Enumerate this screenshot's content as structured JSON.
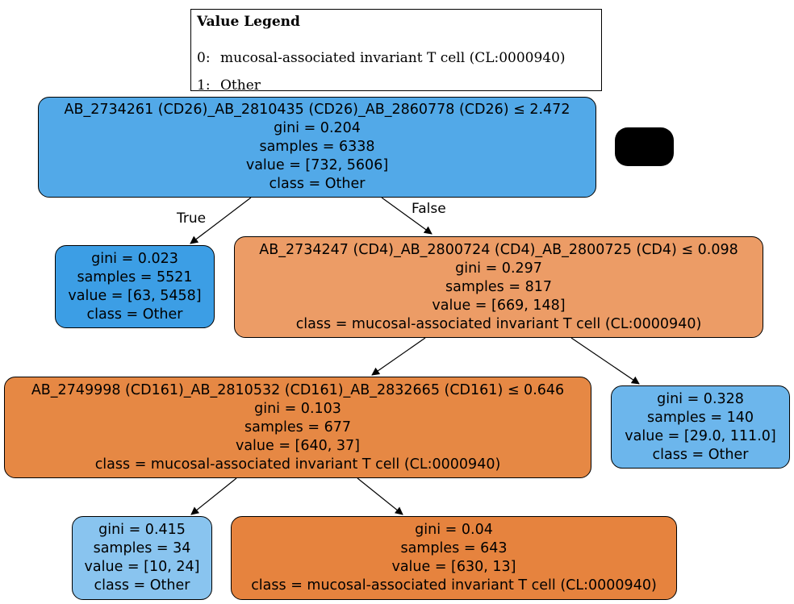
{
  "legend": {
    "title": "Value Legend",
    "items": [
      {
        "key": "0:",
        "label": "mucosal-associated invariant T cell (CL:0000940)"
      },
      {
        "key": "1:",
        "label": "Other"
      }
    ]
  },
  "edge_labels": {
    "true": "True",
    "false": "False"
  },
  "colors": {
    "root": "#52a9e8",
    "leaf_left": "#3c9ee5",
    "split_cd4": "#ec9c66",
    "split_cd161": "#e68844",
    "leaf_140": "#6cb6ec",
    "leaf_34": "#89c4ef",
    "leaf_643": "#e6833e"
  },
  "nodes": {
    "root": {
      "condition": "AB_2734261 (CD26)_AB_2810435 (CD26)_AB_2860778 (CD26) ≤ 2.472",
      "gini": "gini = 0.204",
      "samples": "samples = 6338",
      "value": "value = [732, 5606]",
      "class": "class = Other"
    },
    "leaf_left": {
      "gini": "gini = 0.023",
      "samples": "samples = 5521",
      "value": "value = [63, 5458]",
      "class": "class = Other"
    },
    "split_cd4": {
      "condition": "AB_2734247 (CD4)_AB_2800724 (CD4)_AB_2800725 (CD4) ≤ 0.098",
      "gini": "gini = 0.297",
      "samples": "samples = 817",
      "value": "value = [669, 148]",
      "class": "class = mucosal-associated invariant T cell (CL:0000940)"
    },
    "split_cd161": {
      "condition": "AB_2749998 (CD161)_AB_2810532 (CD161)_AB_2832665 (CD161) ≤ 0.646",
      "gini": "gini = 0.103",
      "samples": "samples = 677",
      "value": "value = [640, 37]",
      "class": "class = mucosal-associated invariant T cell (CL:0000940)"
    },
    "leaf_140": {
      "gini": "gini = 0.328",
      "samples": "samples = 140",
      "value": "value = [29.0, 111.0]",
      "class": "class = Other"
    },
    "leaf_34": {
      "gini": "gini = 0.415",
      "samples": "samples = 34",
      "value": "value = [10, 24]",
      "class": "class = Other"
    },
    "leaf_643": {
      "gini": "gini = 0.04",
      "samples": "samples = 643",
      "value": "value = [630, 13]",
      "class": "class = mucosal-associated invariant T cell (CL:0000940)"
    }
  }
}
